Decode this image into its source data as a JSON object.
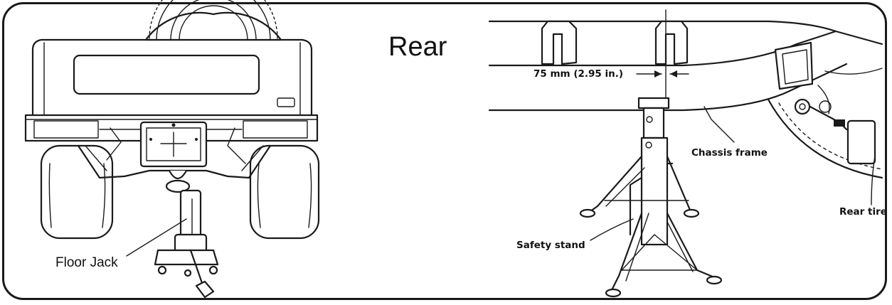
{
  "labels": {
    "section_title": "Rear",
    "floor_jack": "Floor Jack",
    "clearance": "75 mm (2.95 in.)",
    "chassis_frame": "Chassis frame",
    "rear_tire": "Rear tire",
    "safety_stand": "Safety stand"
  }
}
